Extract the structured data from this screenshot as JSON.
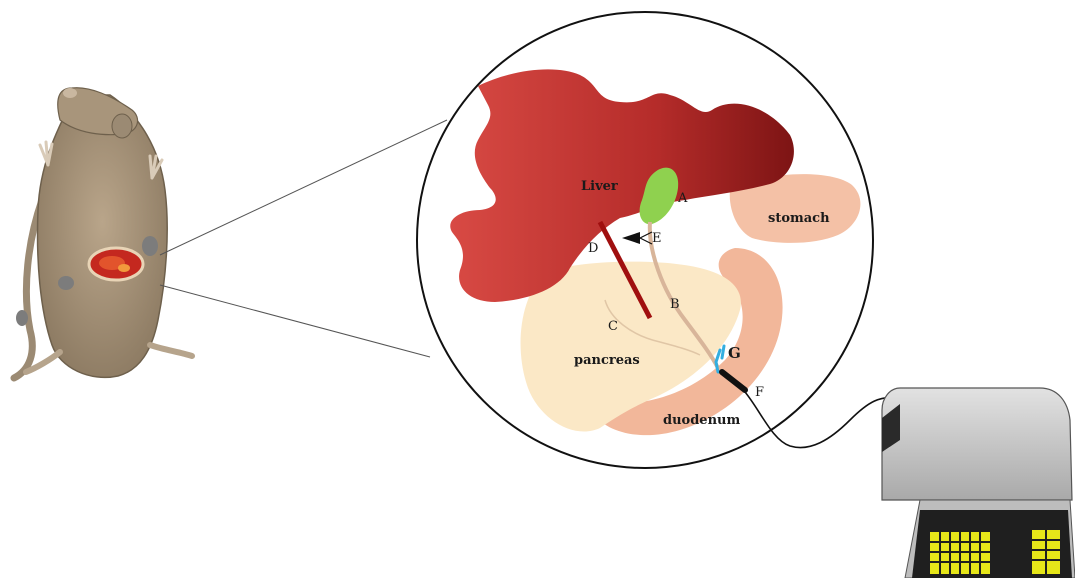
{
  "labels": {
    "liver": "Liver",
    "stomach": "stomach",
    "pancreas": "pancreas",
    "duodenum": "duodenum",
    "A": "A",
    "B": "B",
    "C": "C",
    "D": "D",
    "E": "E",
    "F": "F",
    "G": "G"
  },
  "colors": {
    "liver": "#c73a35",
    "liver_dark": "#8e1a1a",
    "stomach": "#f4c1a6",
    "pancreas": "#fbe8c6",
    "gallbladder": "#8fd14f",
    "duct": "#d8b59a",
    "vessel": "#a00f0f",
    "probe_blue": "#33aee0",
    "device": "#c8c8c8",
    "keypad": "#e6e619"
  },
  "icons": {
    "rat": "rat-specimen-icon",
    "device": "recording-device-icon"
  }
}
